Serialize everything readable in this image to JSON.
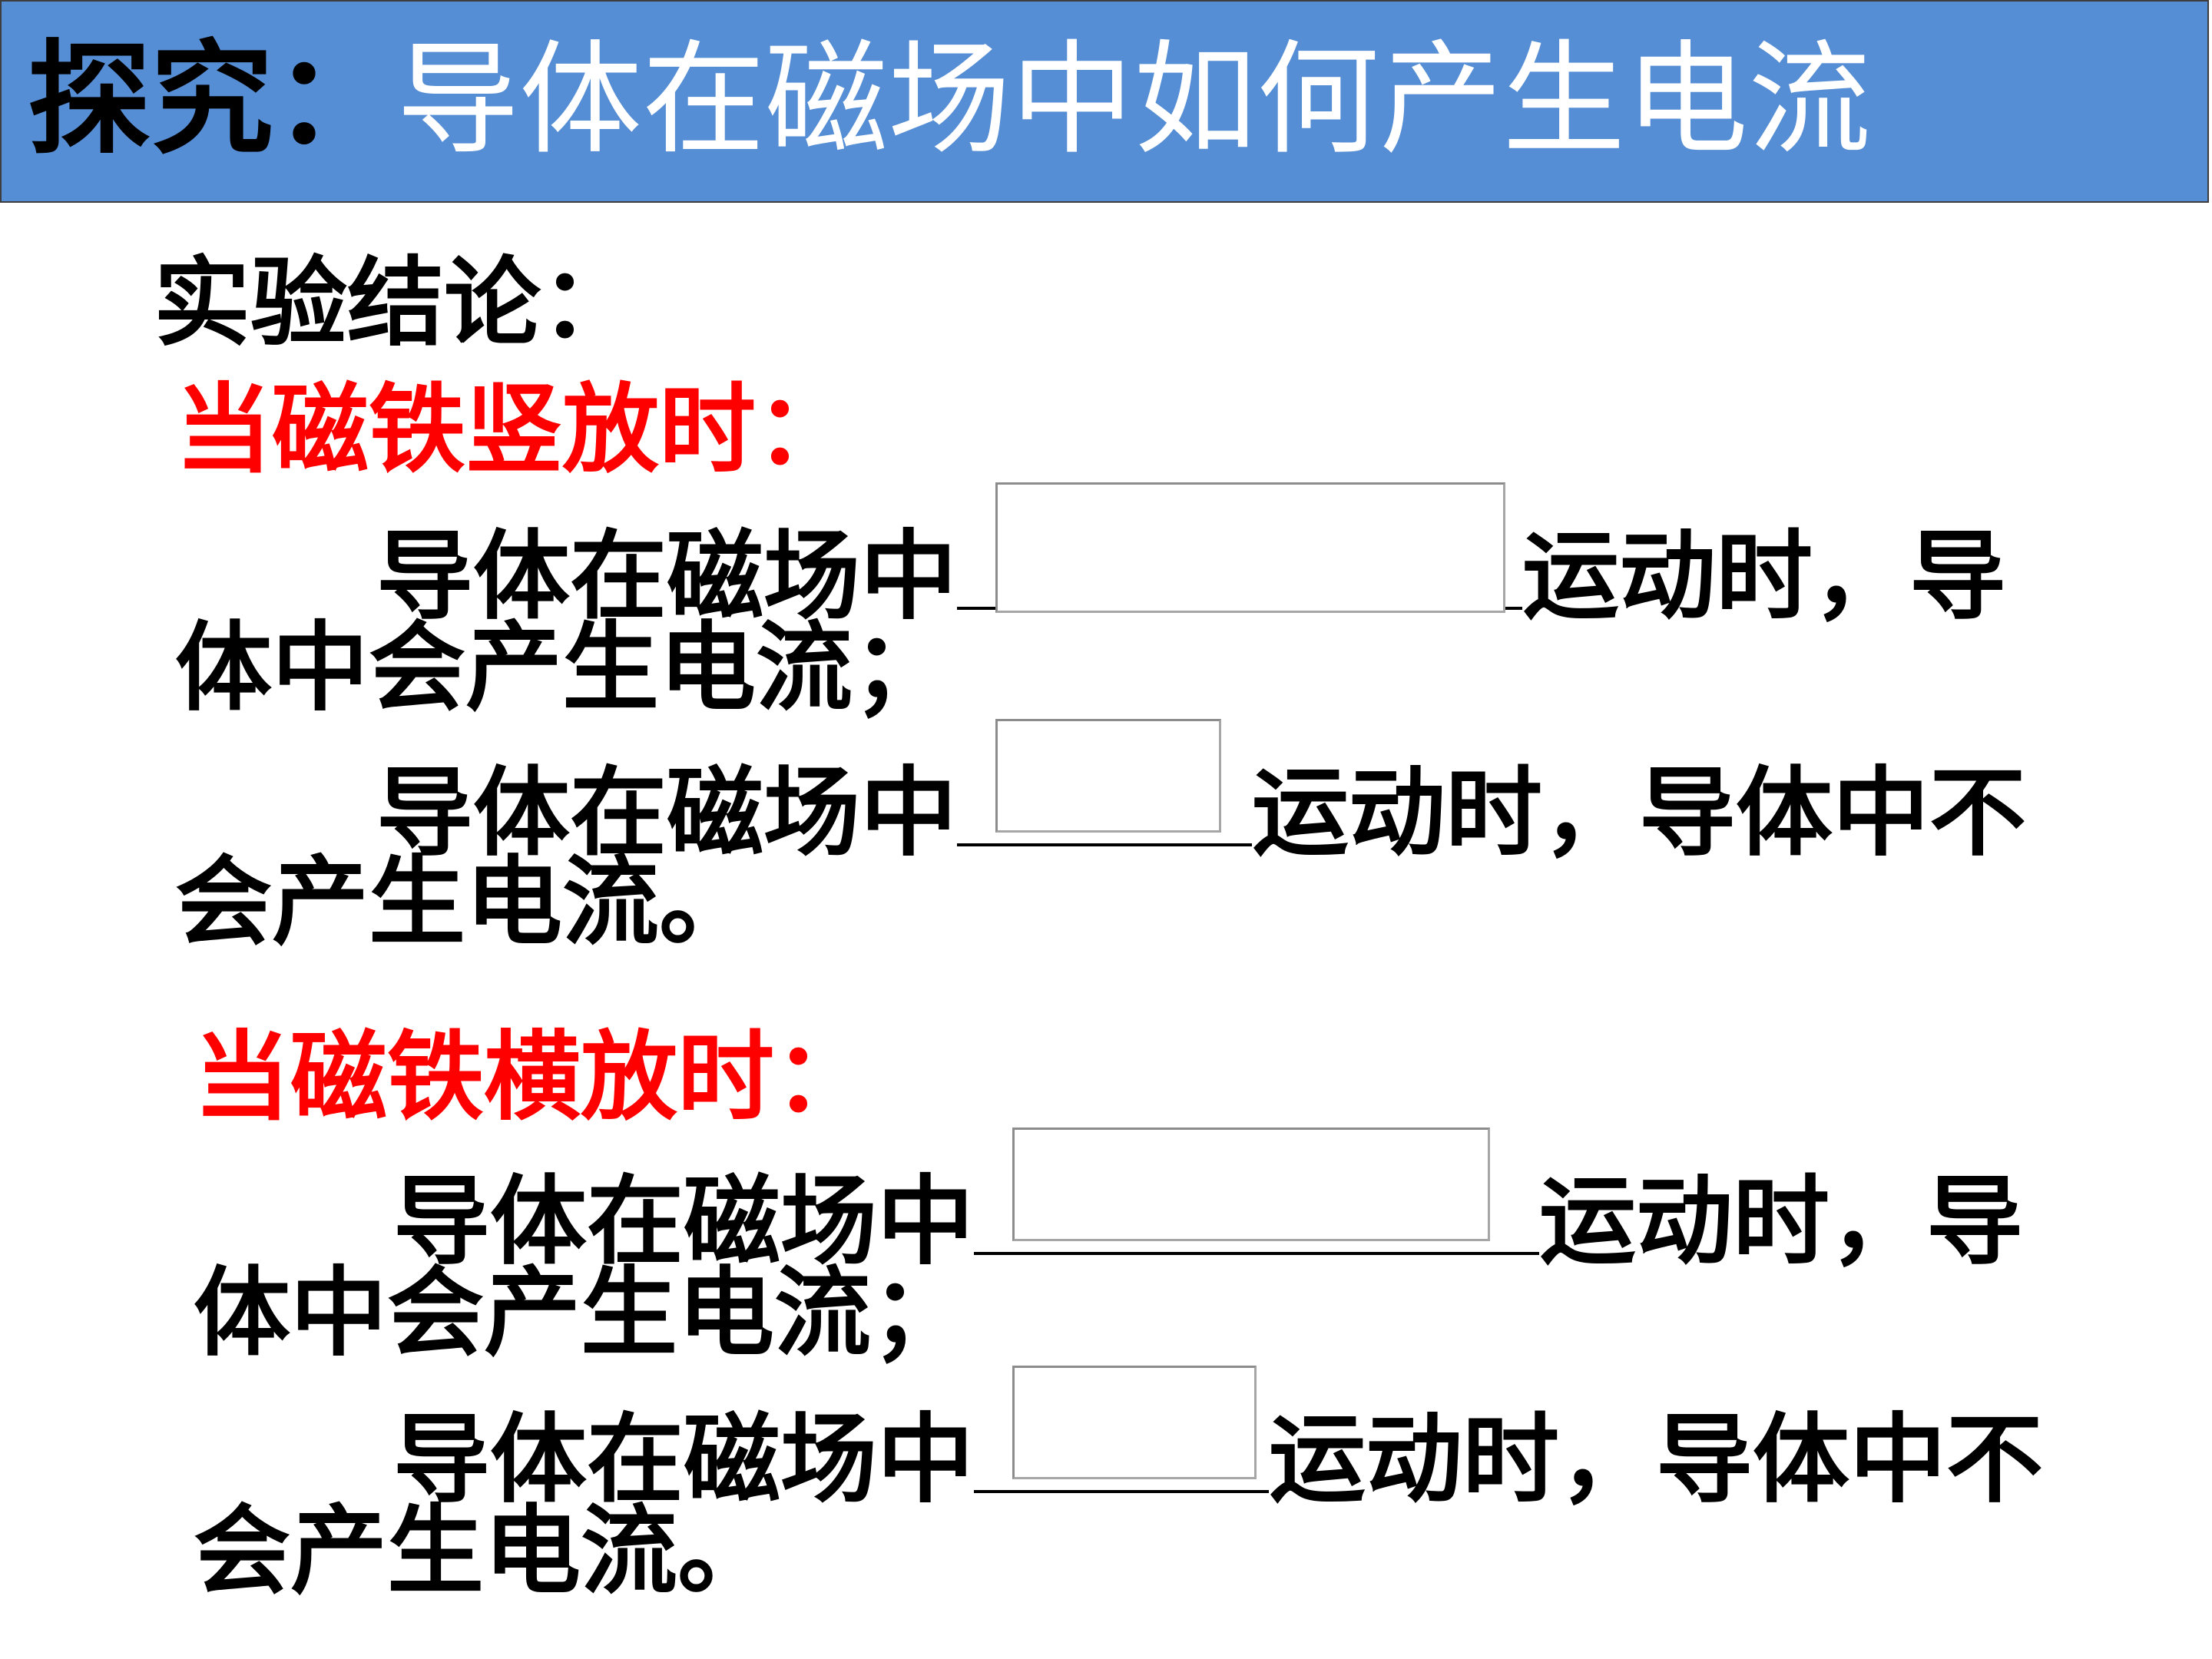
{
  "title": {
    "prefix": "探究：",
    "main": "导体在磁场中如何产生电流"
  },
  "conclusion_heading": "实验结论：",
  "vertical": {
    "heading": "当磁铁竖放时：",
    "line1_before": "导体在磁场中",
    "line1_after": "运动时，导",
    "line2": "体中会产生电流；",
    "line3_before": "导体在磁场中",
    "line3_after": "运动时，导体中不",
    "line4": "会产生电流。"
  },
  "horizontal": {
    "heading": "当磁铁横放时：",
    "line1_before": "导体在磁场中",
    "line1_after": "运动时，导",
    "line2": "体中会产生电流；",
    "line3_before": "导体在磁场中",
    "line3_after": "运动时，导体中不",
    "line4": "会产生电流。"
  },
  "colors": {
    "title_bar": "#558ed5",
    "heading_red": "#ff0000"
  }
}
